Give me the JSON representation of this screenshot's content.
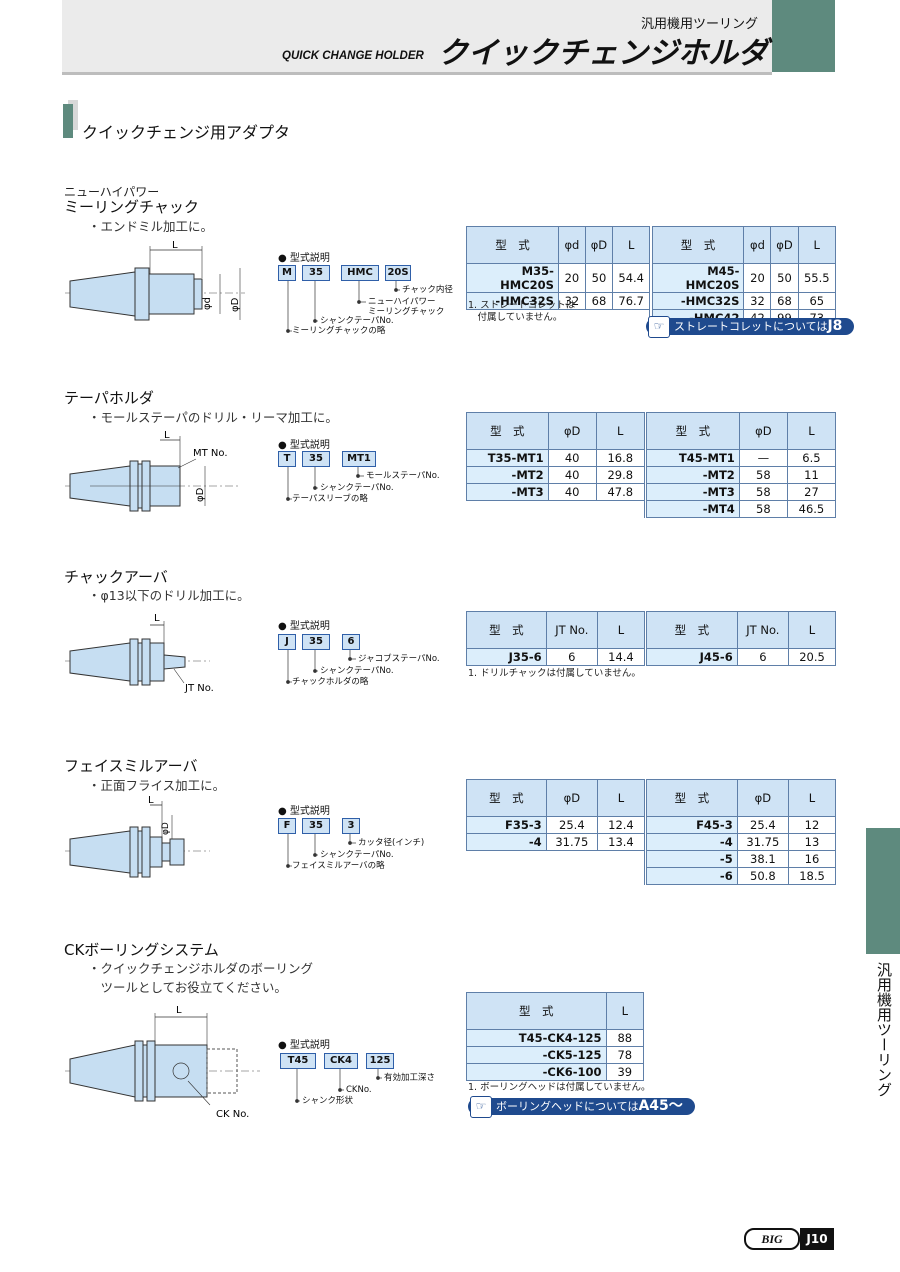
{
  "header": {
    "subtitle": "汎用機用ツーリング",
    "english": "QUICK CHANGE HOLDER",
    "title": "クイックチェンジホルダ"
  },
  "section_title": "クイックチェンジ用アダプタ",
  "legend_heading": "● 型式説明",
  "sections": [
    {
      "kicker": "ニューハイパワー",
      "title": "ミーリングチャック",
      "note": "・エンドミル加工に。",
      "diagram_labels": {
        "L": "L",
        "d": "φd",
        "D": "φD"
      },
      "legend": {
        "codes": [
          "M",
          "35",
          "HMC",
          "20S"
        ],
        "labels": [
          "チャック内径",
          "ニューハイパワー\nミーリングチャック",
          "シャンクテーパNo.",
          "ミーリングチャックの略"
        ]
      },
      "table": {
        "headers": [
          "型　式",
          "φd",
          "φD",
          "L"
        ],
        "left": [
          [
            "M35-HMC20S",
            "20",
            "50",
            "54.4"
          ],
          [
            "-HMC32S",
            "32",
            "68",
            "76.7"
          ]
        ],
        "right": [
          [
            "M45-HMC20S",
            "20",
            "50",
            "55.5"
          ],
          [
            "-HMC32S",
            "32",
            "68",
            "65"
          ],
          [
            "-HMC42",
            "42",
            "99",
            "73"
          ]
        ]
      },
      "notes": "1. ストレートコレットは\n　付属していません。",
      "ref": {
        "text": "ストレートコレットについては",
        "page": "J8"
      }
    },
    {
      "title": "テーパホルダ",
      "note": "・モールステーパのドリル・リーマ加工に。",
      "diagram_labels": {
        "L": "L",
        "mt": "MT No.",
        "D": "φD"
      },
      "legend": {
        "codes": [
          "T",
          "35",
          "MT1"
        ],
        "labels": [
          "モールステーパNo.",
          "シャンクテーパNo.",
          "テーパスリーブの略"
        ]
      },
      "table": {
        "headers": [
          "型　式",
          "φD",
          "L"
        ],
        "left": [
          [
            "T35-MT1",
            "40",
            "16.8"
          ],
          [
            "-MT2",
            "40",
            "29.8"
          ],
          [
            "-MT3",
            "40",
            "47.8"
          ]
        ],
        "right": [
          [
            "T45-MT1",
            "—",
            "6.5"
          ],
          [
            "-MT2",
            "58",
            "11"
          ],
          [
            "-MT3",
            "58",
            "27"
          ],
          [
            "-MT4",
            "58",
            "46.5"
          ]
        ]
      }
    },
    {
      "title": "チャックアーバ",
      "note": "・φ13以下のドリル加工に。",
      "diagram_labels": {
        "L": "L",
        "jt": "JT No."
      },
      "legend": {
        "codes": [
          "J",
          "35",
          "6"
        ],
        "labels": [
          "ジャコブステーパNo.",
          "シャンクテーパNo.",
          "チャックホルダの略"
        ]
      },
      "table": {
        "headers": [
          "型　式",
          "JT No.",
          "L"
        ],
        "left": [
          [
            "J35-6",
            "6",
            "14.4"
          ]
        ],
        "right": [
          [
            "J45-6",
            "6",
            "20.5"
          ]
        ]
      },
      "notes": "1. ドリルチャックは付属していません。"
    },
    {
      "title": "フェイスミルアーバ",
      "note": "・正面フライス加工に。",
      "diagram_labels": {
        "L": "L",
        "D": "φD"
      },
      "legend": {
        "codes": [
          "F",
          "35",
          "3"
        ],
        "labels": [
          "カッタ径(インチ)",
          "シャンクテーパNo.",
          "フェイスミルアーバの略"
        ]
      },
      "table": {
        "headers": [
          "型　式",
          "φD",
          "L"
        ],
        "left": [
          [
            "F35-3",
            "25.4",
            "12.4"
          ],
          [
            "-4",
            "31.75",
            "13.4"
          ]
        ],
        "right": [
          [
            "F45-3",
            "25.4",
            "12"
          ],
          [
            "-4",
            "31.75",
            "13"
          ],
          [
            "-5",
            "38.1",
            "16"
          ],
          [
            "-6",
            "50.8",
            "18.5"
          ]
        ]
      }
    },
    {
      "title": "CKボーリングシステム",
      "note": "・クイックチェンジホルダのボーリング\n　ツールとしてお役立てください。",
      "diagram_labels": {
        "L": "L",
        "ck": "CK No."
      },
      "legend": {
        "codes": [
          "T45",
          "CK4",
          "125"
        ],
        "labels": [
          "有効加工深さ",
          "CKNo.",
          "シャンク形状"
        ]
      },
      "table": {
        "headers": [
          "型　式",
          "L"
        ],
        "left": [
          [
            "T45-CK4-125",
            "88"
          ],
          [
            "-CK5-125",
            "78"
          ],
          [
            "-CK6-100",
            "39"
          ]
        ]
      },
      "notes": "1. ボーリングヘッドは付属していません。",
      "ref": {
        "text": "ボーリングヘッドについては",
        "page": "A45〜"
      }
    }
  ],
  "side_tab": "汎用機用ツーリング",
  "footer": {
    "logo": "BIG",
    "page": "J10"
  },
  "colors": {
    "accent": "#5e8a7e",
    "table_header": "#cfe3f5",
    "ref_button": "#1f4a8e"
  }
}
